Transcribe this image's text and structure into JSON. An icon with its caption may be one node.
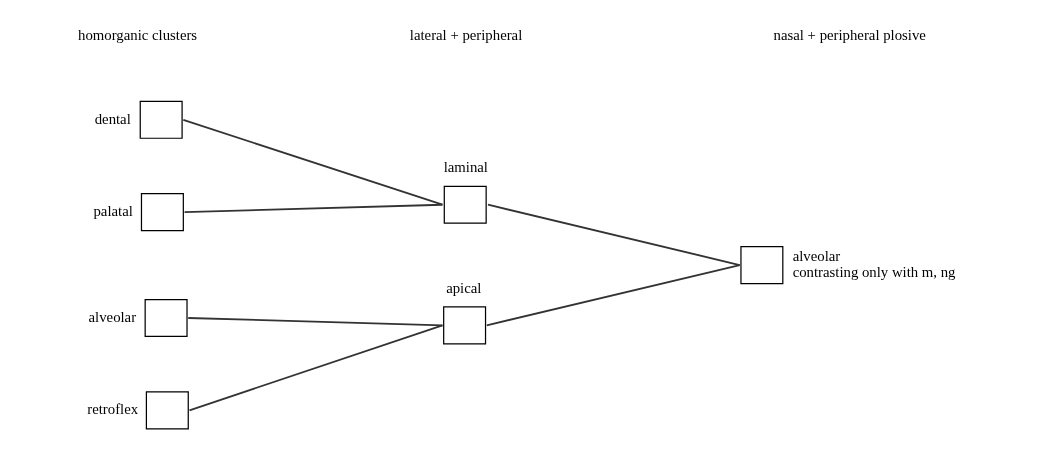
{
  "diagram": {
    "nodes": [
      {
        "text": [],
        "shape": "box",
        "beside": [
          "dental"
        ]
      },
      {
        "text": [],
        "shape": "box",
        "beside": [
          "palatal"
        ]
      },
      {
        "text": [],
        "shape": "box",
        "beside": [
          "alveolar"
        ]
      },
      {
        "text": [],
        "shape": "box",
        "beside": [
          "retroflex"
        ]
      },
      {
        "text": [],
        "shape": "box",
        "beside": [
          "laminal"
        ]
      },
      {
        "text": [],
        "shape": "box",
        "beside": [
          "apical"
        ]
      },
      {
        "text": [],
        "shape": "box",
        "beside": [
          "alveolar",
          "contrasting only with m, ng"
        ]
      }
    ],
    "edges": [
      {
        "from": 0,
        "to": 4,
        "arrow": "none"
      },
      {
        "from": 1,
        "to": 4,
        "arrow": "none"
      },
      {
        "from": 2,
        "to": 5,
        "arrow": "none"
      },
      {
        "from": 3,
        "to": 5,
        "arrow": "none"
      },
      {
        "from": 4,
        "to": 6,
        "arrow": "none"
      },
      {
        "from": 5,
        "to": 6,
        "arrow": "none"
      }
    ],
    "labels": [
      "homorganic clusters",
      "lateral + peripheral",
      "nasal + peripheral plosive"
    ]
  }
}
